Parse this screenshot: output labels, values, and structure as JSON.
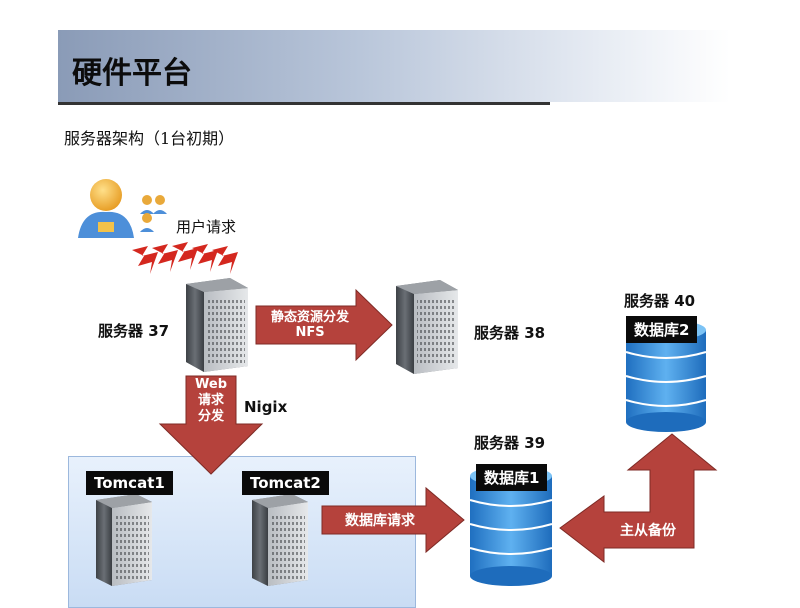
{
  "header": {
    "title": "硬件平台"
  },
  "subtitle": "服务器架构（1台初期）",
  "user": {
    "label": "用户请求"
  },
  "servers": {
    "s37": "服务器 37",
    "s38": "服务器 38",
    "s39": "服务器 39",
    "s40": "服务器 40"
  },
  "arrows": {
    "static_line1": "静态资源分发",
    "static_line2": "NFS",
    "web_line1": "Web",
    "web_line2": "请求",
    "web_line3": "分发",
    "nginx": "Nigix",
    "db_request": "数据库请求",
    "replication": "主从备份"
  },
  "tomcats": [
    "Tomcat1",
    "Tomcat2"
  ],
  "databases": {
    "db1": "数据库1",
    "db2": "数据库2"
  },
  "colors": {
    "arrow": "#b5423c",
    "db_blue": "#2f87d6",
    "server": "#5a5e63"
  }
}
